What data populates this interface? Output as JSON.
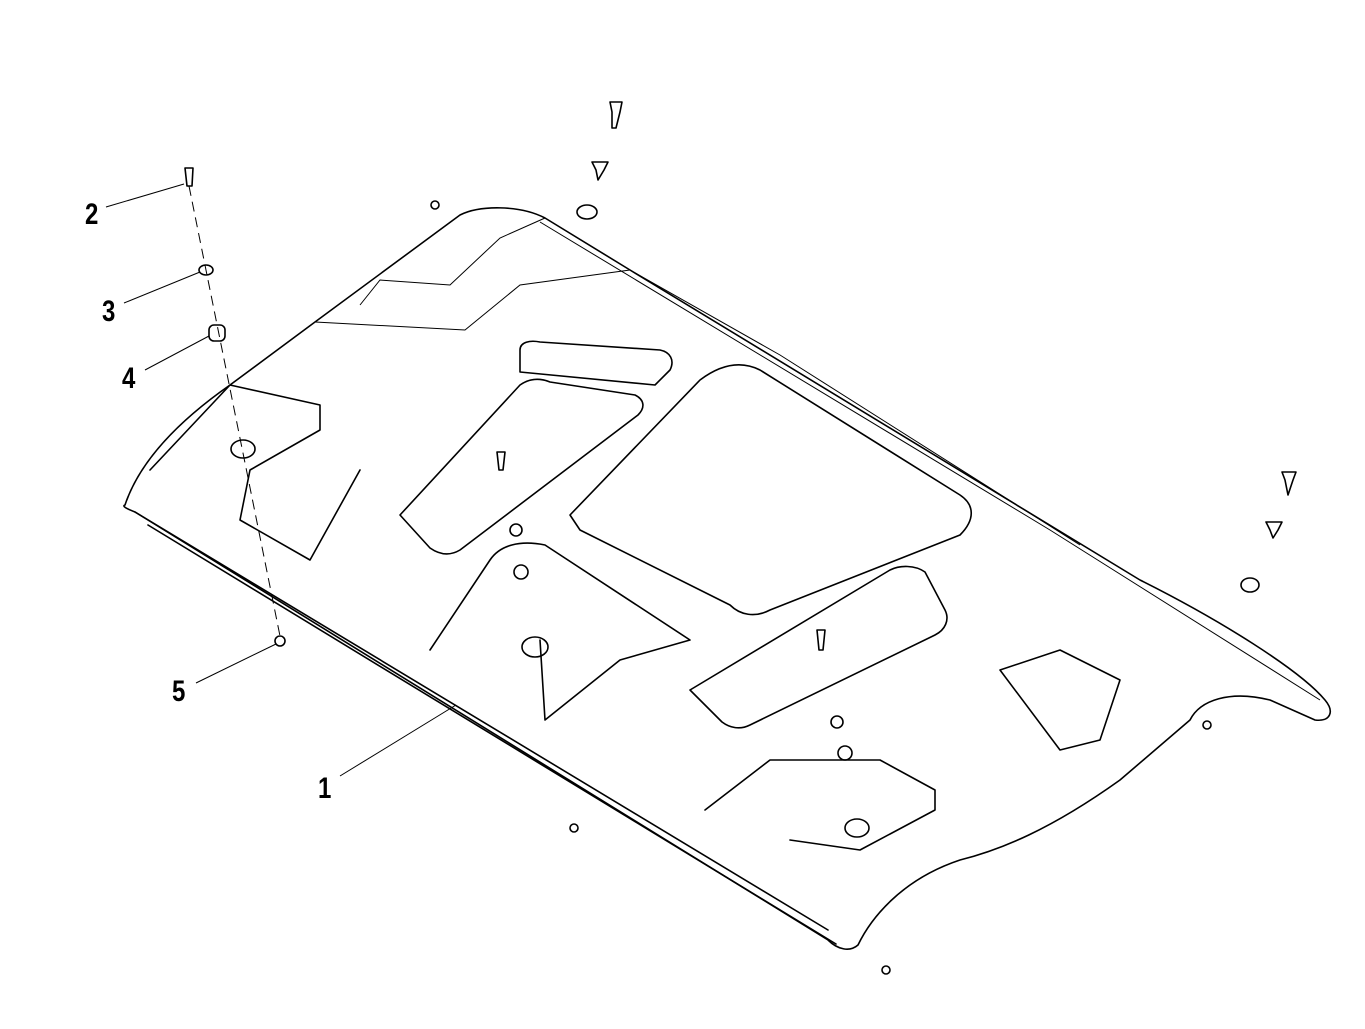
{
  "diagram": {
    "type": "exploded-parts-view",
    "callouts": [
      {
        "id": "1",
        "label": "1"
      },
      {
        "id": "2",
        "label": "2"
      },
      {
        "id": "3",
        "label": "3"
      },
      {
        "id": "4",
        "label": "4"
      },
      {
        "id": "5",
        "label": "5"
      }
    ]
  }
}
